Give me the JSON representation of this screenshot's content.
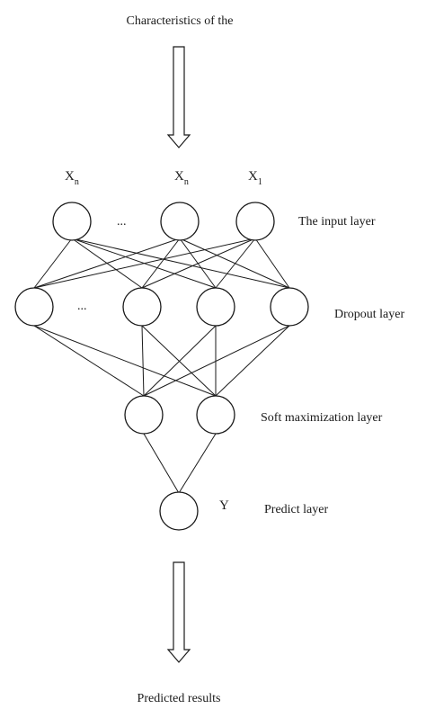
{
  "top_label": "Characteristics of the",
  "bottom_label": "Predicted results",
  "input_vars": [
    {
      "base": "X",
      "sub": "n"
    },
    {
      "base": "X",
      "sub": "n"
    },
    {
      "base": "X",
      "sub": "1"
    }
  ],
  "ellipsis": "...",
  "output_var": "Y",
  "layers": {
    "input": "The input layer",
    "dropout": "Dropout layer",
    "softmax": "Soft maximization layer",
    "predict": "Predict layer"
  }
}
